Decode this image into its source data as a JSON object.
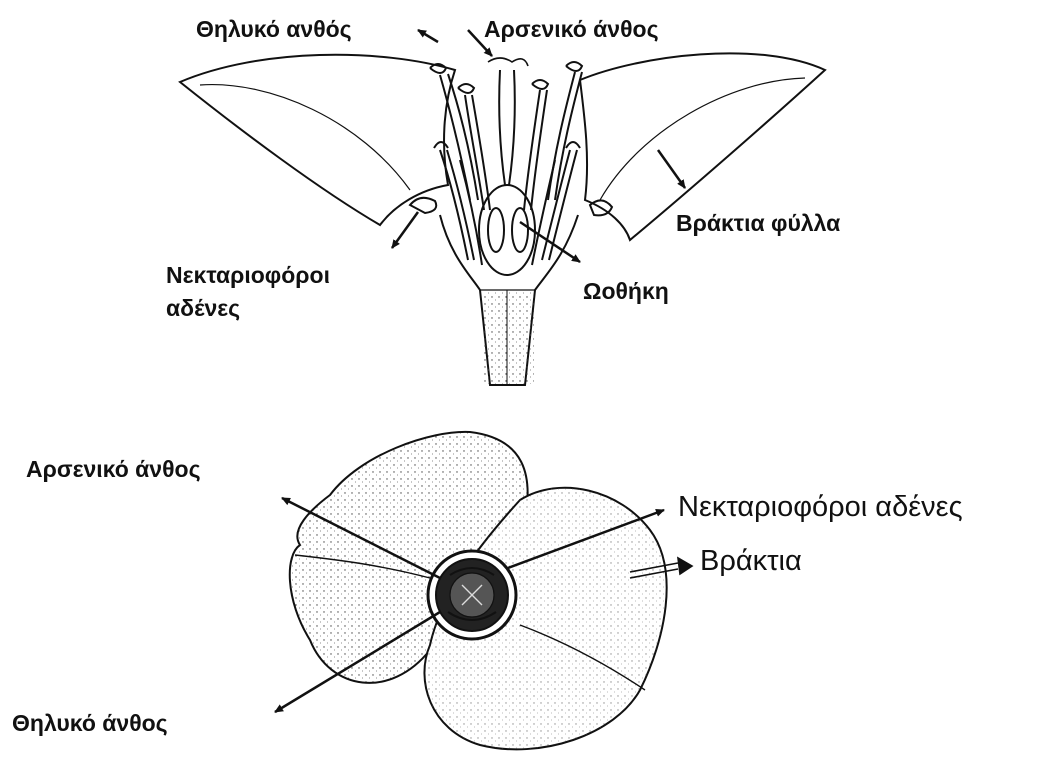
{
  "top_figure": {
    "labels": {
      "female_flower": "Θηλυκό ανθός",
      "male_flower": "Αρσενικό άνθος",
      "bract_leaves": "Βράκτια φύλλα",
      "nectar_glands_line1": "Νεκταριοφόροι",
      "nectar_glands_line2": "αδένες",
      "ovary": "Ωοθήκη"
    }
  },
  "bottom_figure": {
    "labels": {
      "male_flower": "Αρσενικό άνθος",
      "nectar_glands": "Νεκταριοφόροι αδένες",
      "bract": "Βράκτια",
      "female_flower": "Θηλυκό άνθος"
    }
  },
  "colors": {
    "ink": "#111111",
    "background": "#ffffff"
  }
}
